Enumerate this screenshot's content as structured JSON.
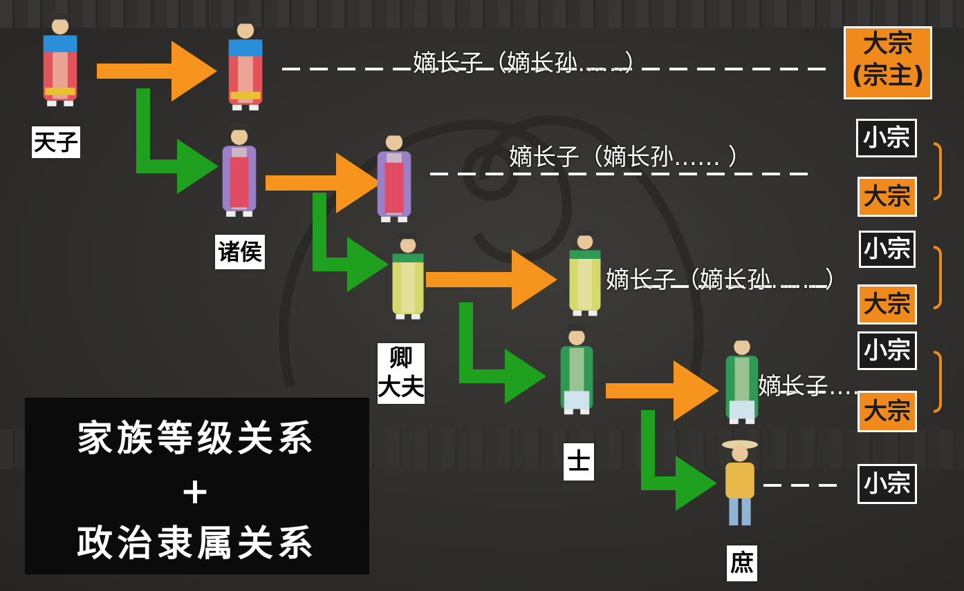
{
  "title": {
    "line1": "家族等级关系",
    "plus": "+",
    "line2": "政治隶属关系"
  },
  "ranks": {
    "tianzi": "天子",
    "zhuhou": "诸侯",
    "qing": "卿",
    "dafu": "大夫",
    "shi": "士",
    "shu": "庶"
  },
  "heirs": {
    "row1": "嫡长子（嫡长孙……）",
    "row2": "嫡长子（嫡长孙…… ）",
    "row3": "嫡长子（嫡长孙……  ）",
    "row4": "嫡长子……"
  },
  "clans": {
    "dazong_top_line1": "大宗",
    "dazong_top_line2": "(宗主)",
    "xiaozong1": "小宗",
    "dazong1": "大宗",
    "xiaozong2": "小宗",
    "dazong2": "大宗",
    "xiaozong3": "小宗",
    "dazong3": "大宗",
    "xiaozong4": "小宗"
  },
  "colors": {
    "orange_arrow": "#f7941d",
    "green_arrow": "#1fa01f",
    "dazong_fill": "#f08a1c",
    "emperor_robe": "#e2535a",
    "emperor_cape": "#2a8fd8",
    "zhuhou_robe": "#9b7fc8",
    "dafu_robe": "#d5d86a",
    "shi_robe": "#2f9a55",
    "shu_robe": "#e9b84a"
  }
}
